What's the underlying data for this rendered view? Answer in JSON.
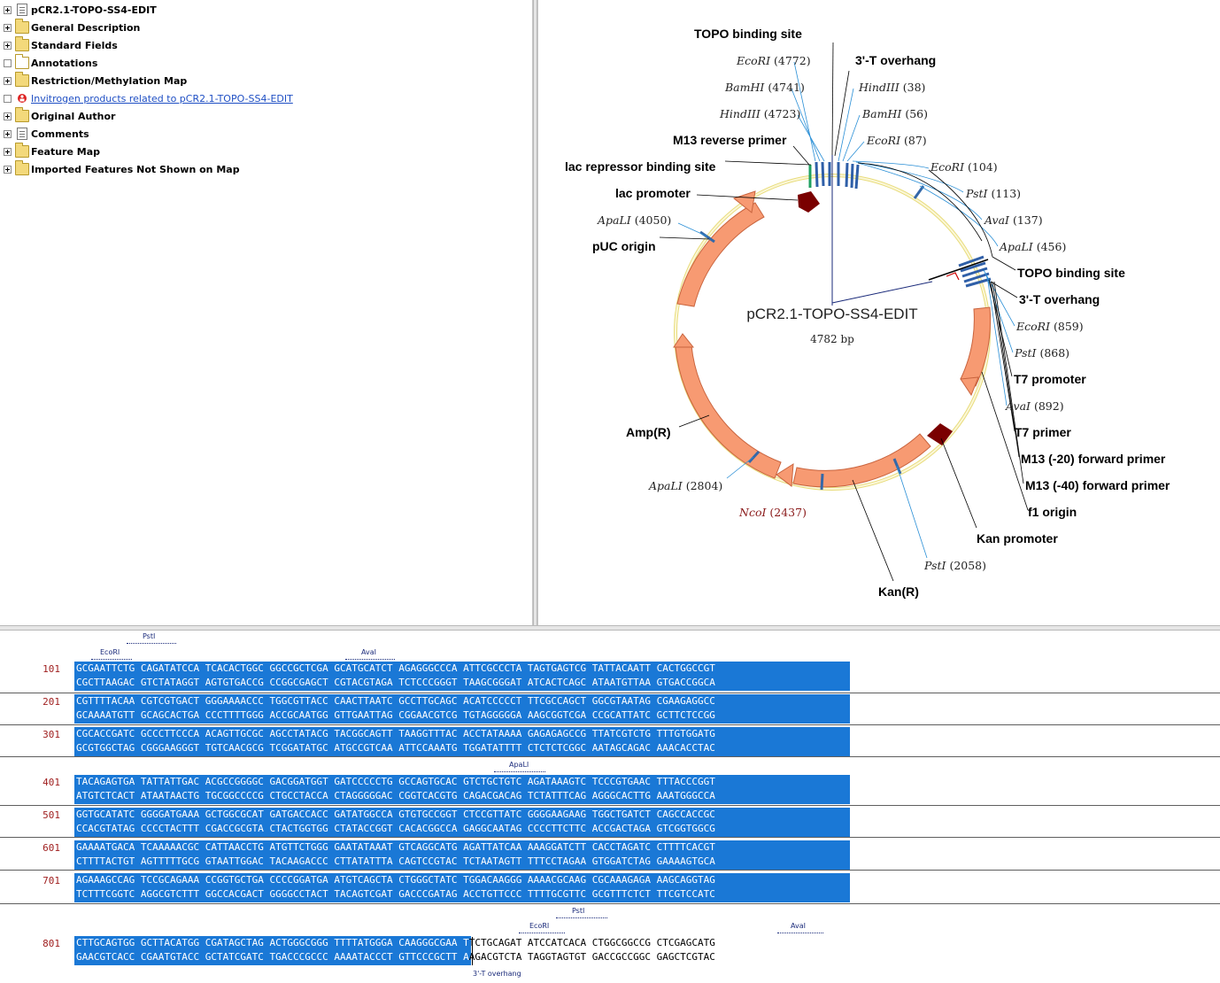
{
  "tree": {
    "items": [
      {
        "label": "pCR2.1-TOPO-SS4-EDIT",
        "icon": "doc-icon",
        "expander": "plus",
        "link": false
      },
      {
        "label": "General Description",
        "icon": "folder-icon",
        "expander": "plus",
        "link": false
      },
      {
        "label": "Standard Fields",
        "icon": "folder-icon",
        "expander": "plus",
        "link": false
      },
      {
        "label": "Annotations",
        "icon": "folder-empty-icon",
        "expander": "none",
        "link": false
      },
      {
        "label": "Restriction/Methylation Map",
        "icon": "folder-icon",
        "expander": "plus",
        "link": false
      },
      {
        "label": "Invitrogen products related to pCR2.1-TOPO-SS4-EDIT",
        "icon": "invitrogen-icon",
        "expander": "none",
        "link": true
      },
      {
        "label": "Original Author",
        "icon": "folder-icon",
        "expander": "plus",
        "link": false
      },
      {
        "label": "Comments",
        "icon": "doc-icon",
        "expander": "plus",
        "link": false
      },
      {
        "label": "Feature Map",
        "icon": "folder-icon",
        "expander": "plus",
        "link": false
      },
      {
        "label": "Imported Features Not Shown on Map",
        "icon": "folder-icon",
        "expander": "plus",
        "link": false
      }
    ]
  },
  "map": {
    "name": "pCR2.1-TOPO-SS4-EDIT",
    "size": "4782 bp",
    "labels": [
      {
        "text": "TOPO binding site",
        "bold": true,
        "italic_part": ""
      },
      {
        "text": "3'-T overhang",
        "bold": true
      },
      {
        "enzyme": "EcoRI",
        "pos": "(4772)"
      },
      {
        "enzyme": "HindIII",
        "pos": "(38)"
      },
      {
        "enzyme": "BamHI",
        "pos": "(4741)"
      },
      {
        "enzyme": "BamHI",
        "pos": "(56)"
      },
      {
        "enzyme": "HindIII",
        "pos": "(4723)"
      },
      {
        "enzyme": "EcoRI",
        "pos": "(87)"
      },
      {
        "text": "M13 reverse primer",
        "bold": true
      },
      {
        "enzyme": "EcoRI",
        "pos": "(104)"
      },
      {
        "text": "lac repressor binding site",
        "bold": true
      },
      {
        "enzyme": "PstI",
        "pos": "(113)"
      },
      {
        "text": "lac promoter",
        "bold": true
      },
      {
        "enzyme": "AvaI",
        "pos": "(137)"
      },
      {
        "enzyme": "ApaLI",
        "pos": "(4050)"
      },
      {
        "enzyme": "ApaLI",
        "pos": "(456)"
      },
      {
        "text": "pUC origin",
        "bold": true
      },
      {
        "text": "TOPO binding site",
        "bold": true
      },
      {
        "text": "3'-T overhang",
        "bold": true
      },
      {
        "enzyme": "EcoRI",
        "pos": "(859)"
      },
      {
        "enzyme": "PstI",
        "pos": "(868)"
      },
      {
        "text": "T7 promoter",
        "bold": true
      },
      {
        "enzyme": "AvaI",
        "pos": "(892)"
      },
      {
        "text": "T7 primer",
        "bold": true
      },
      {
        "text": "Amp(R)",
        "bold": true
      },
      {
        "text": "M13 (-20) forward primer",
        "bold": true
      },
      {
        "text": "M13 (-40) forward primer",
        "bold": true
      },
      {
        "enzyme": "ApaLI",
        "pos": "(2804)"
      },
      {
        "text": "f1 origin",
        "bold": true
      },
      {
        "enzyme": "NcoI",
        "pos": "(2437)",
        "red": true
      },
      {
        "text": "Kan promoter",
        "bold": true
      },
      {
        "enzyme": "PstI",
        "pos": "(2058)"
      },
      {
        "text": "Kan(R)",
        "bold": true
      }
    ]
  },
  "sequence": {
    "rows": [
      {
        "num": "101",
        "top": "GCGAATTCTG CAGATATCCA TCACACTGGC GGCCGCTCGA GCATGCATCT AGAGGGCCCA ATTCGCCCTA TAGTGAGTCG TATTACAATT CACTGGCCGT",
        "bottom": "CGCTTAAGAC GTCTATAGGT AGTGTGACCG CCGGCGAGCT CGTACGTAGA TCTCCCGGGT TAAGCGGGAT ATCACTCAGC ATAATGTTAA GTGACCGGCA",
        "annotations": [
          {
            "label": "EcoRI"
          },
          {
            "label": "PstI"
          },
          {
            "label": "AvaI"
          }
        ]
      },
      {
        "num": "201",
        "top": "CGTTTTACAA CGTCGTGACT GGGAAAACCC TGGCGTTACC CAACTTAATC GCCTTGCAGC ACATCCCCCT TTCGCCAGCT GGCGTAATAG CGAAGAGGCC",
        "bottom": "GCAAAATGTT GCAGCACTGA CCCTTTTGGG ACCGCAATGG GTTGAATTAG CGGAACGTCG TGTAGGGGGA AAGCGGTCGA CCGCATTATC GCTTCTCCGG",
        "annotations": []
      },
      {
        "num": "301",
        "top": "CGCACCGATC GCCCTTCCCA ACAGTTGCGC AGCCTATACG TACGGCAGTT TAAGGTTTAC ACCTATAAAA GAGAGAGCCG TTATCGTCTG TTTGTGGATG",
        "bottom": "GCGTGGCTAG CGGGAAGGGT TGTCAACGCG TCGGATATGC ATGCCGTCAA ATTCCAAATG TGGATATTTT CTCTCTCGGC AATAGCAGAC AAACACCTAC",
        "annotations": []
      },
      {
        "num": "401",
        "top": "TACAGAGTGA TATTATTGAC ACGCCGGGGC GACGGATGGT GATCCCCCTG GCCAGTGCAC GTCTGCTGTC AGATAAAGTC TCCCGTGAAC TTTACCCGGT",
        "bottom": "ATGTCTCACT ATAATAACTG TGCGGCCCCG CTGCCTACCA CTAGGGGGAC CGGTCACGTG CAGACGACAG TCTATTTCAG AGGGCACTTG AAATGGGCCA",
        "annotations": [
          {
            "label": "ApaLI"
          }
        ]
      },
      {
        "num": "501",
        "top": "GGTGCATATC GGGGATGAAA GCTGGCGCAT GATGACCACC GATATGGCCA GTGTGCCGGT CTCCGTTATC GGGGAAGAAG TGGCTGATCT CAGCCACCGC",
        "bottom": "CCACGTATAG CCCCTACTTT CGACCGCGTA CTACTGGTGG CTATACCGGT CACACGGCCA GAGGCAATAG CCCCTTCTTC ACCGACTAGA GTCGGTGGCG",
        "annotations": []
      },
      {
        "num": "601",
        "top": "GAAAATGACA TCAAAAACGC CATTAACCTG ATGTTCTGGG GAATATAAAT GTCAGGCATG AGATTATCAA AAAGGATCTT CACCTAGATC CTTTTCACGT",
        "bottom": "CTTTTACTGT AGTTTTTGCG GTAATTGGAC TACAAGACCC CTTATATTTA CAGTCCGTAC TCTAATAGTT TTTCCTAGAA GTGGATCTAG GAAAAGTGCA",
        "annotations": []
      },
      {
        "num": "701",
        "top": "AGAAAGCCAG TCCGCAGAAA CCGGTGCTGA CCCCGGATGA ATGTCAGCTA CTGGGCTATC TGGACAAGGG AAAACGCAAG CGCAAAGAGA AAGCAGGTAG",
        "bottom": "TCTTTCGGTC AGGCGTCTTT GGCCACGACT GGGGCCTACT TACAGTCGAT GACCCGATAG ACCTGTTCCC TTTTGCGTTC GCGTTTCTCT TTCGTCCATC",
        "annotations": []
      },
      {
        "num": "801",
        "top": "CTTGCAGTGG GCTTACATGG CGATAGCTAG ACTGGGCGGG TTTTATGGGA CAAGGGCGAA TTCTGCAGAT ATCCATCACA CTGGCGGCCG CTCGAGCATG",
        "bottom": "GAACGTCACC CGAATGTACC GCTATCGATC TGACCCGCCC AAAATACCCT GTTCCCGCTT AAGACGTCTA TAGGTAGTGT GACCGCCGGC GAGCTCGTAC",
        "annotations": [
          {
            "label": "EcoRI"
          },
          {
            "label": "PstI"
          },
          {
            "label": "AvaI"
          },
          {
            "label": "3'-T overhang"
          }
        ]
      }
    ]
  },
  "colors": {
    "selection": "#1a78d6",
    "feature": "#f79a72",
    "enzyme_line": "#2a8fd6",
    "promoter": "#7a0000",
    "backbone": "#f2ea9a"
  }
}
